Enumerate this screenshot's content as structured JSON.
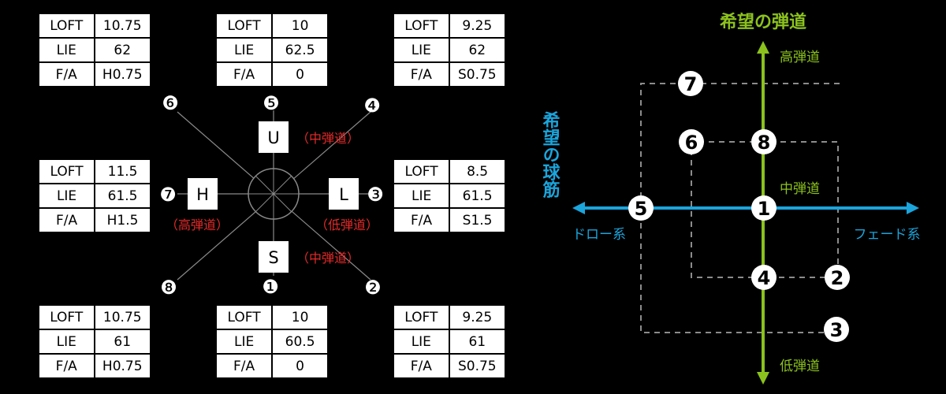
{
  "positions": [
    {
      "id": "6",
      "label": "❻",
      "table": {
        "loft_key": "LOFT",
        "loft": "10.75",
        "lie_key": "LIE",
        "lie": "62",
        "fa_key": "F/A",
        "fa": "H0.75"
      }
    },
    {
      "id": "5",
      "label": "❺",
      "table": {
        "loft_key": "LOFT",
        "loft": "10",
        "lie_key": "LIE",
        "lie": "62.5",
        "fa_key": "F/A",
        "fa": "0"
      }
    },
    {
      "id": "4",
      "label": "❹",
      "table": {
        "loft_key": "LOFT",
        "loft": "9.25",
        "lie_key": "LIE",
        "lie": "62",
        "fa_key": "F/A",
        "fa": "S0.75"
      }
    },
    {
      "id": "7",
      "label": "❼",
      "table": {
        "loft_key": "LOFT",
        "loft": "11.5",
        "lie_key": "LIE",
        "lie": "61.5",
        "fa_key": "F/A",
        "fa": "H1.5"
      }
    },
    {
      "id": "3",
      "label": "❸",
      "table": {
        "loft_key": "LOFT",
        "loft": "8.5",
        "lie_key": "LIE",
        "lie": "61.5",
        "fa_key": "F/A",
        "fa": "S1.5"
      }
    },
    {
      "id": "8",
      "label": "❽",
      "table": {
        "loft_key": "LOFT",
        "loft": "10.75",
        "lie_key": "LIE",
        "lie": "61",
        "fa_key": "F/A",
        "fa": "H0.75"
      }
    },
    {
      "id": "1",
      "label": "❶",
      "table": {
        "loft_key": "LOFT",
        "loft": "10",
        "lie_key": "LIE",
        "lie": "60.5",
        "fa_key": "F/A",
        "fa": "0"
      }
    },
    {
      "id": "2",
      "label": "❷",
      "table": {
        "loft_key": "LOFT",
        "loft": "9.25",
        "lie_key": "LIE",
        "lie": "61",
        "fa_key": "F/A",
        "fa": "S0.75"
      }
    }
  ],
  "dial": {
    "u": {
      "letter": "U",
      "note": "（中弾道）"
    },
    "h": {
      "letter": "H",
      "note": "（高弾道）"
    },
    "l": {
      "letter": "L",
      "note": "（低弾道）"
    },
    "s": {
      "letter": "S",
      "note": "（中弾道）"
    }
  },
  "trajectory_chart": {
    "title": "希望の弾道",
    "high": "高弾道",
    "mid": "中弾道",
    "low": "低弾道",
    "ball_flight_label": "希望の球筋",
    "draw": "ドロー系",
    "fade": "フェード系",
    "markers": {
      "m1": "1",
      "m2": "2",
      "m3": "3",
      "m4": "4",
      "m5": "5",
      "m6": "6",
      "m7": "7",
      "m8": "8"
    }
  },
  "colors": {
    "vertical_axis": "#8bc21d",
    "horizontal_axis": "#1ba5dc",
    "dial_note": "#e62a2a",
    "dashed_box": "#8c8c8c"
  }
}
